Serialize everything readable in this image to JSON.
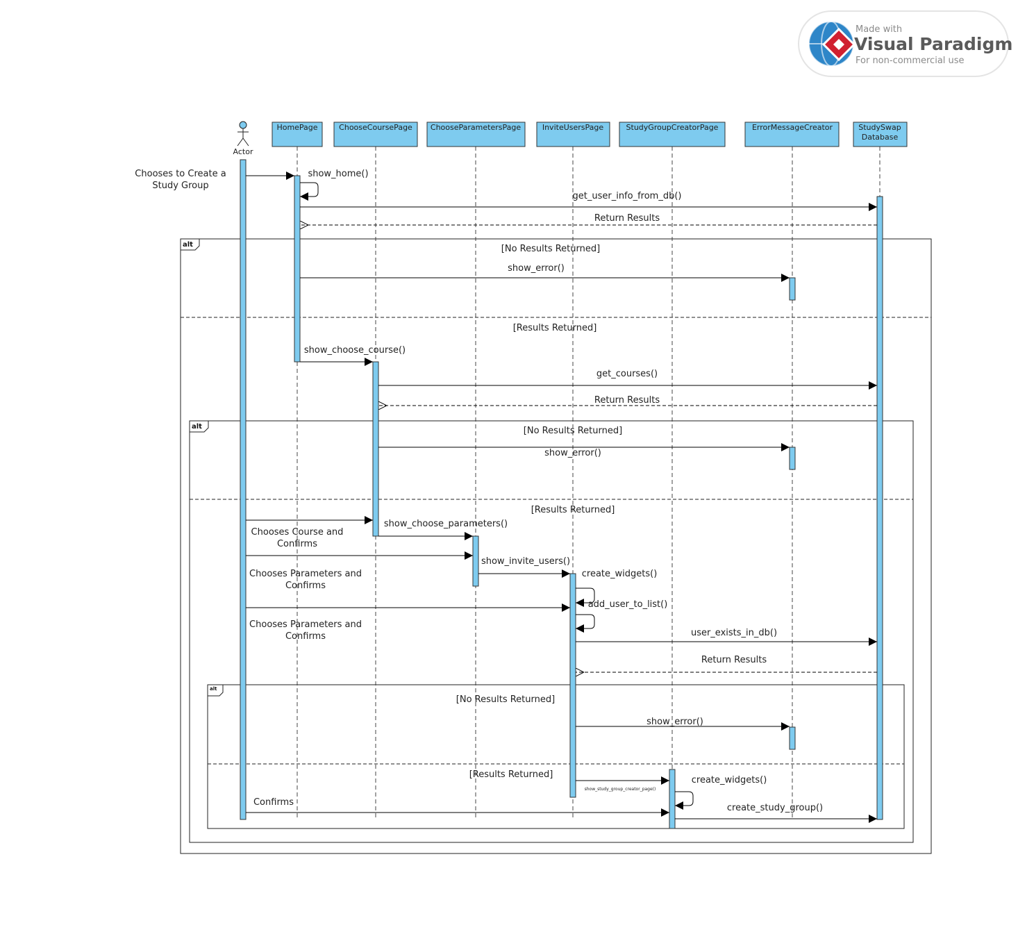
{
  "watermark": {
    "line1": "Made with",
    "line2": "Visual Paradigm",
    "line3": "For non-commercial use"
  },
  "actor": {
    "label": "Actor"
  },
  "lifelines": [
    {
      "id": "homepage",
      "label": "HomePage"
    },
    {
      "id": "choosecourse",
      "label": "ChooseCoursePage"
    },
    {
      "id": "chooseparams",
      "label": "ChooseParametersPage"
    },
    {
      "id": "inviteusers",
      "label": "InviteUsersPage"
    },
    {
      "id": "studygroupcreator",
      "label": "StudyGroupCreatorPage"
    },
    {
      "id": "errorcreator",
      "label": "ErrorMessageCreator"
    },
    {
      "id": "database",
      "label_line1": "StudySwap",
      "label_line2": "Database"
    }
  ],
  "notes": {
    "chooses_create_line1": "Chooses to Create a",
    "chooses_create_line2": "Study Group",
    "chooses_course_line1": "Chooses Course and",
    "chooses_course_line2": "Confirms",
    "chooses_params1_line1": "Chooses Parameters and",
    "chooses_params1_line2": "Confirms",
    "chooses_params2_line1": "Chooses Parameters and",
    "chooses_params2_line2": "Confirms",
    "confirms": "Confirms"
  },
  "messages": {
    "show_home": "show_home()",
    "get_user_info": "get_user_info_from_db()",
    "return_results_1": "Return Results",
    "show_error_1": "show_error()",
    "show_choose_course": "show_choose_course()",
    "get_courses": "get_courses()",
    "return_results_2": "Return Results",
    "show_error_2": "show_error()",
    "show_choose_parameters": "show_choose_parameters()",
    "show_invite_users": "show_invite_users()",
    "create_widgets_1": "create_widgets()",
    "add_user_to_list": "add_user_to_list()",
    "user_exists_in_db": "user_exists_in_db()",
    "return_results_3": "Return Results",
    "show_error_3": "show_error()",
    "show_study_group_creator_page": "show_study_group_creator_page()",
    "create_widgets_2": "create_widgets()",
    "create_study_group": "create_study_group()"
  },
  "fragments": {
    "outer": {
      "keyword": "alt",
      "guard1": "[No Results  Returned]",
      "guard2": "[Results  Returned]"
    },
    "middle": {
      "keyword": "alt",
      "guard1": "[No Results  Returned]",
      "guard2": "[Results  Returned]"
    },
    "inner": {
      "keyword": "alt",
      "guard1": "[No Results  Returned]",
      "guard2": "[Results  Returned]"
    }
  },
  "colors": {
    "lifeline_fill": "#7ecbef",
    "lifeline_stroke": "#333333",
    "activation_fill": "#7ecbef"
  }
}
